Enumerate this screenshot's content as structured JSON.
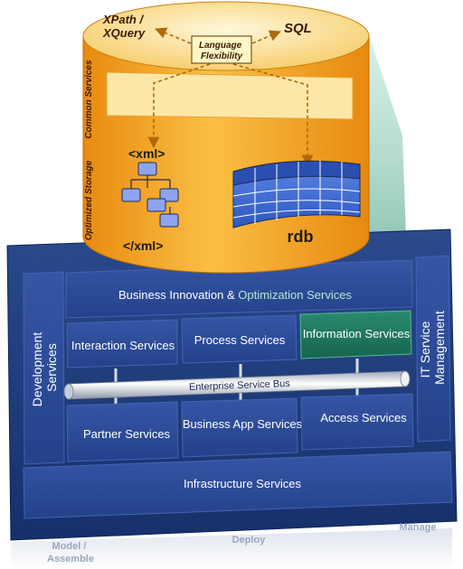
{
  "cylinder": {
    "xpath_label_line1": "XPath /",
    "xpath_label_line2": "XQuery",
    "sql_label": "SQL",
    "language_flexibility_line1": "Language",
    "language_flexibility_line2": "Flexibility",
    "common_services_label": "Common Services",
    "optimized_storage_label": "Optimized Storage",
    "xml_open": "<xml>",
    "xml_close": "</xml>",
    "rdb_label": "rdb"
  },
  "platform": {
    "development_services_line1": "Development",
    "development_services_line2": "Services",
    "it_service_line1": "IT Service",
    "it_service_line2": "Management",
    "business_innovation_part1": "Business Innovation",
    "business_innovation_part2": " & ",
    "business_innovation_part3": "Optimization Services",
    "interaction_services": "Interaction Services",
    "process_services": "Process Services",
    "information_services": "Information Services",
    "enterprise_service_bus": "Enterprise Service Bus",
    "partner_services": "Partner Services",
    "business_app_services": "Business App Services",
    "access_services": "Access Services",
    "infrastructure_services": "Infrastructure Services"
  },
  "lifecycle": {
    "model_line1": "Model /",
    "model_line2": "Assemble",
    "deploy": "Deploy",
    "manage": "Manage"
  },
  "colors": {
    "platform_frame": "#1f3a7a",
    "box_blue": "#2b4a94",
    "information_green": "#1e7a63",
    "cylinder_orange": "#f5a623",
    "cylinder_top": "#fde9b0",
    "rdb_blue": "#3e6fd6"
  }
}
